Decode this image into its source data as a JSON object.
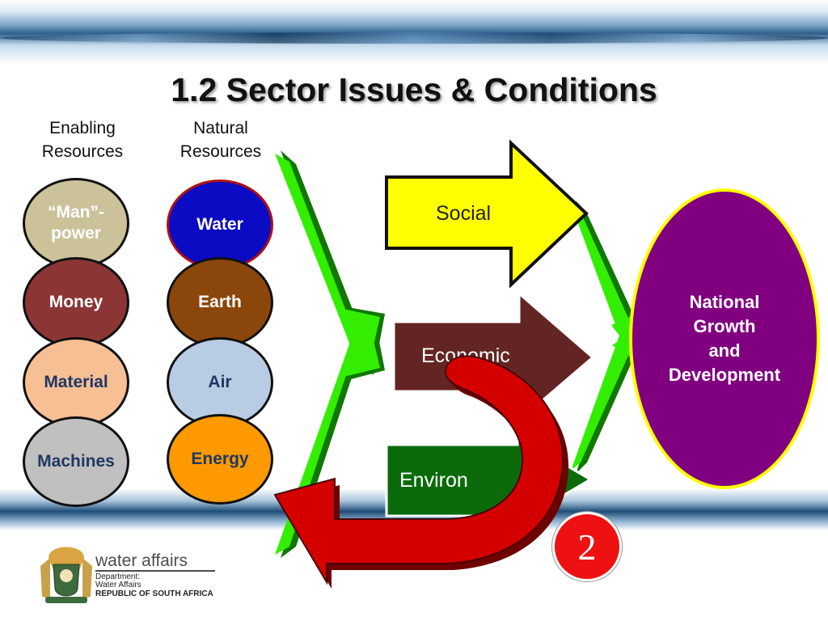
{
  "slide": {
    "title": "1.2   Sector Issues & Conditions"
  },
  "enabling": {
    "heading": "Enabling\nResources",
    "items": [
      {
        "label": "“Man”-\npower",
        "fill": "#ccc29a",
        "text_color": "#ffffff"
      },
      {
        "label": "Money",
        "fill": "#8b3535",
        "text_color": "#ffffff"
      },
      {
        "label": "Material",
        "fill": "#f7bf94",
        "text_color": "#1f3864"
      },
      {
        "label": "Machines",
        "fill": "#c0c0c0",
        "text_color": "#1f3864"
      }
    ]
  },
  "natural": {
    "heading": "Natural\nResources",
    "items": [
      {
        "label": "Water",
        "fill": "#0b0bc4",
        "text_color": "#ffffff",
        "border": "#b01010"
      },
      {
        "label": "Earth",
        "fill": "#8b460c",
        "text_color": "#ffffff"
      },
      {
        "label": "Air",
        "fill": "#b8cce4",
        "text_color": "#1f3864"
      },
      {
        "label": "Energy",
        "fill": "#ff9900",
        "text_color": "#1f3864"
      }
    ]
  },
  "sectors": [
    {
      "label": "Social",
      "fill": "#ffff00",
      "text_color": "#222222"
    },
    {
      "label": "Economic",
      "fill": "#632523",
      "text_color": "#ffffff"
    },
    {
      "label": "Environ",
      "fill": "#0b6b0b",
      "text_color": "#ffffff"
    }
  ],
  "outcome": {
    "label": "National\nGrowth\nand\nDevelopment",
    "fill": "#800080",
    "border": "#ffff00"
  },
  "badge": {
    "value": "2"
  },
  "footer": {
    "brand": "water affairs",
    "line1": "Department:",
    "line2": "Water Affairs",
    "line3": "REPUBLIC OF SOUTH AFRICA"
  },
  "colors": {
    "flow_arrow": "#33ee00",
    "flow_arrow_shadow": "#117700",
    "cycle_arrow": "#d40000",
    "cycle_arrow_shadow": "#6f0000"
  },
  "icons": {
    "coat_of_arms": "coat-of-arms-icon",
    "flow_arrow": "green-flow-arrow",
    "cycle_arrow": "red-cycle-arrow"
  }
}
